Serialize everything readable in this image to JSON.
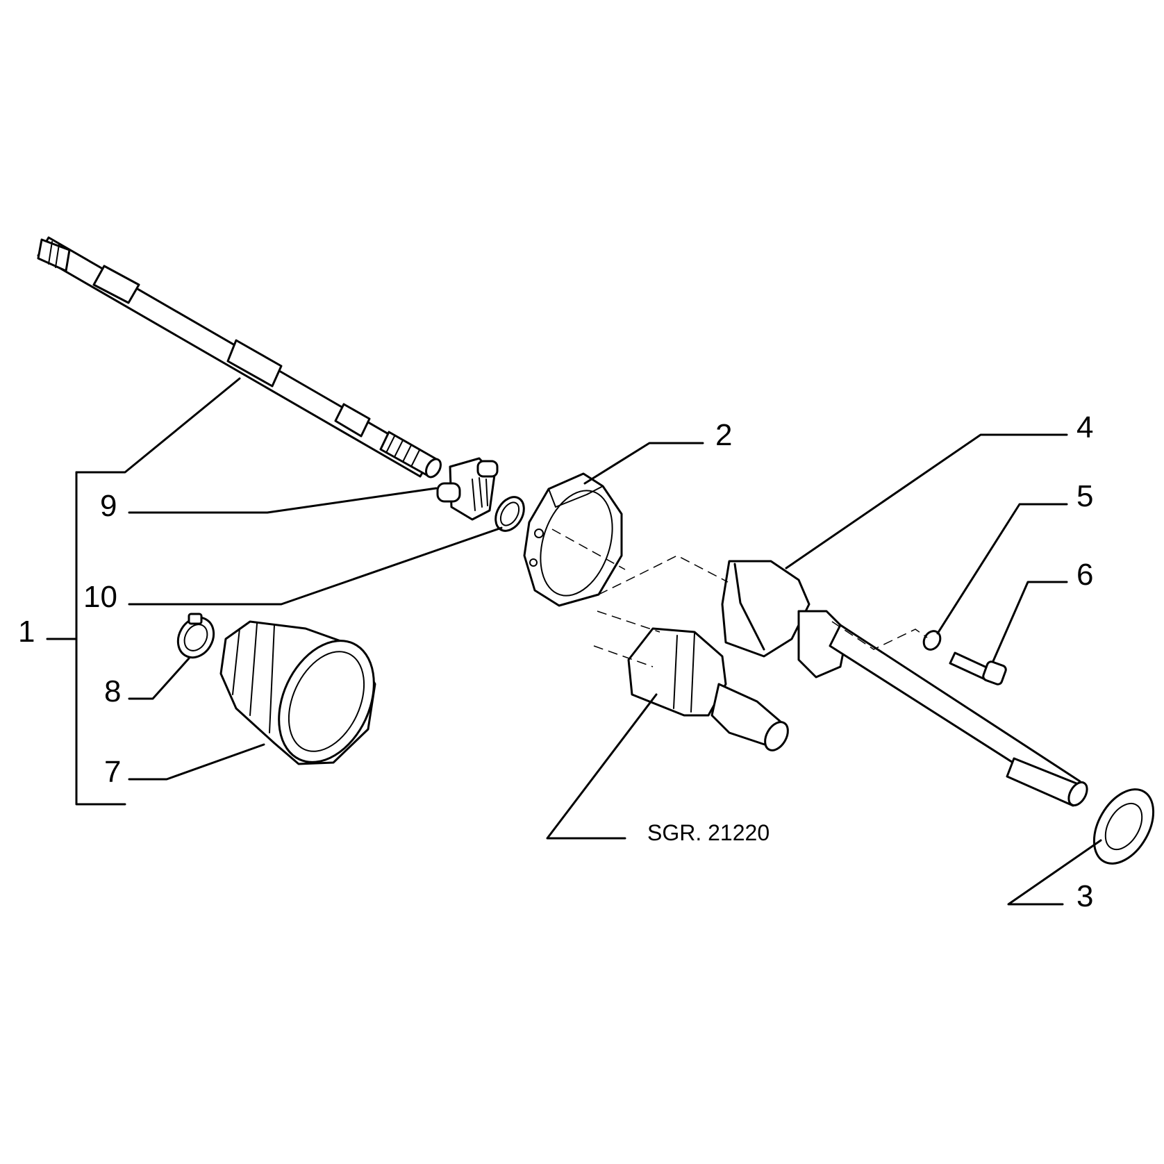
{
  "diagram": {
    "callouts": {
      "c1": "1",
      "c2": "2",
      "c3": "3",
      "c4": "4",
      "c5": "5",
      "c6": "6",
      "c7": "7",
      "c8": "8",
      "c9": "9",
      "c10": "10"
    },
    "reference": "SGR. 21220",
    "colors": {
      "line": "#000000",
      "background": "#ffffff"
    }
  }
}
